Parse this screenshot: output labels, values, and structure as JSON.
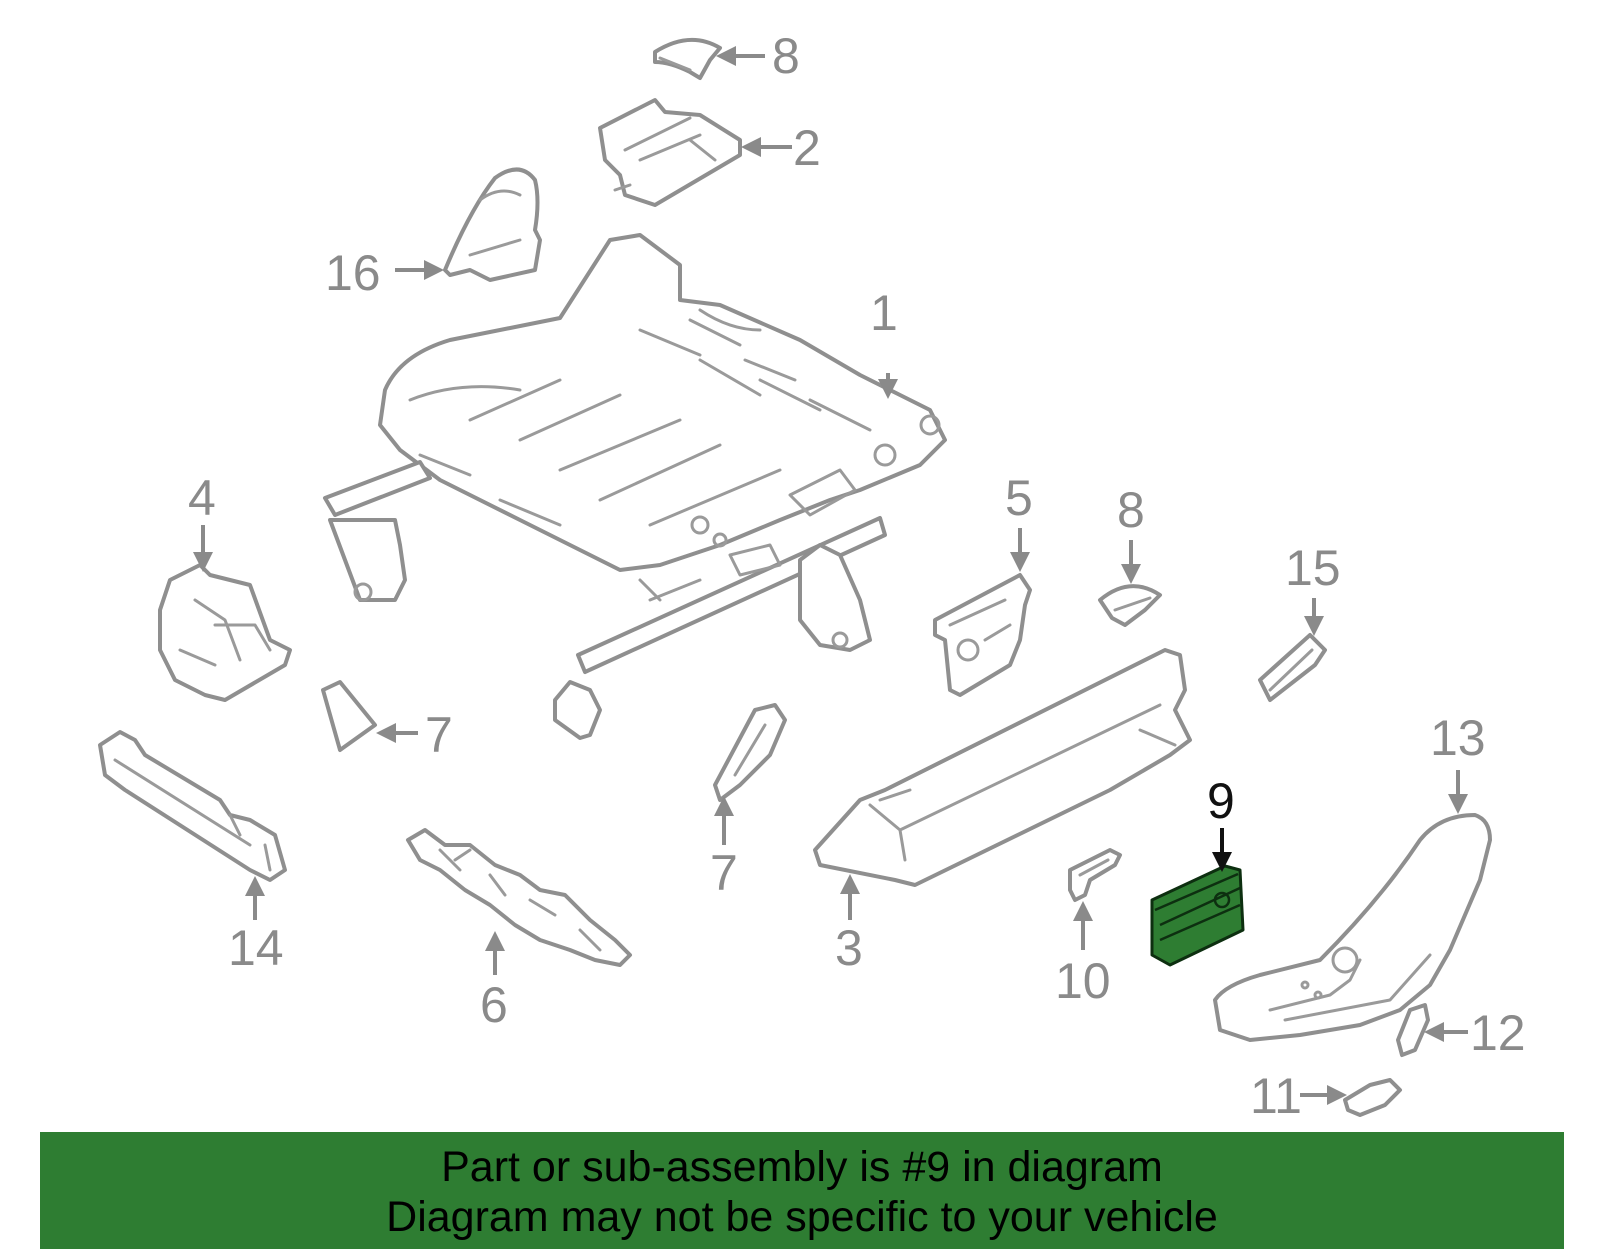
{
  "diagram": {
    "callouts": {
      "c1": "1",
      "c2": "2",
      "c3": "3",
      "c4": "4",
      "c5": "5",
      "c6": "6",
      "c7a": "7",
      "c7b": "7",
      "c8a": "8",
      "c8b": "8",
      "c9": "9",
      "c10": "10",
      "c11": "11",
      "c12": "12",
      "c13": "13",
      "c14": "14",
      "c15": "15",
      "c16": "16"
    },
    "highlighted_part": "9",
    "colors": {
      "highlight": "#2e7d32",
      "line_art": "#8f8f8f",
      "active_callout": "#111111"
    }
  },
  "footer": {
    "line1": "Part or sub-assembly is #9 in diagram",
    "line2": "Diagram may not be specific to your vehicle",
    "background": "#2e7d32"
  }
}
